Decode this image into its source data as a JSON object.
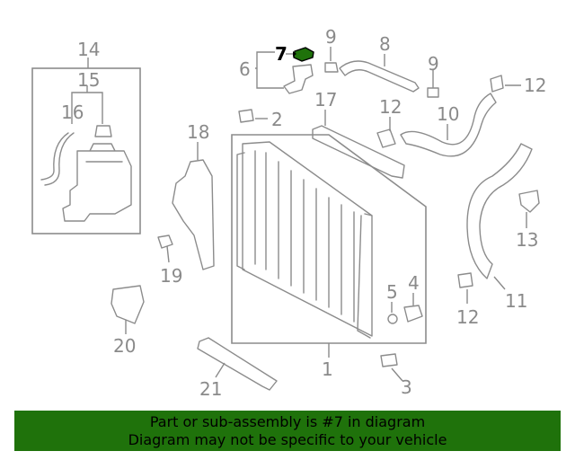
{
  "highlight_color": "#1f720b",
  "banner": {
    "line1": "Part or sub-assembly is #7 in diagram",
    "line2": "Diagram may not be specific to your vehicle"
  },
  "labels": {
    "l1": "1",
    "l2": "2",
    "l3": "3",
    "l4": "4",
    "l5": "5",
    "l6": "6",
    "l7": "7",
    "l8": "8",
    "l9a": "9",
    "l9b": "9",
    "l10": "10",
    "l11": "11",
    "l12a": "12",
    "l12b": "12",
    "l12c": "12",
    "l13": "13",
    "l14": "14",
    "l15": "15",
    "l16": "16",
    "l17": "17",
    "l18": "18",
    "l19": "19",
    "l20": "20",
    "l21": "21"
  }
}
